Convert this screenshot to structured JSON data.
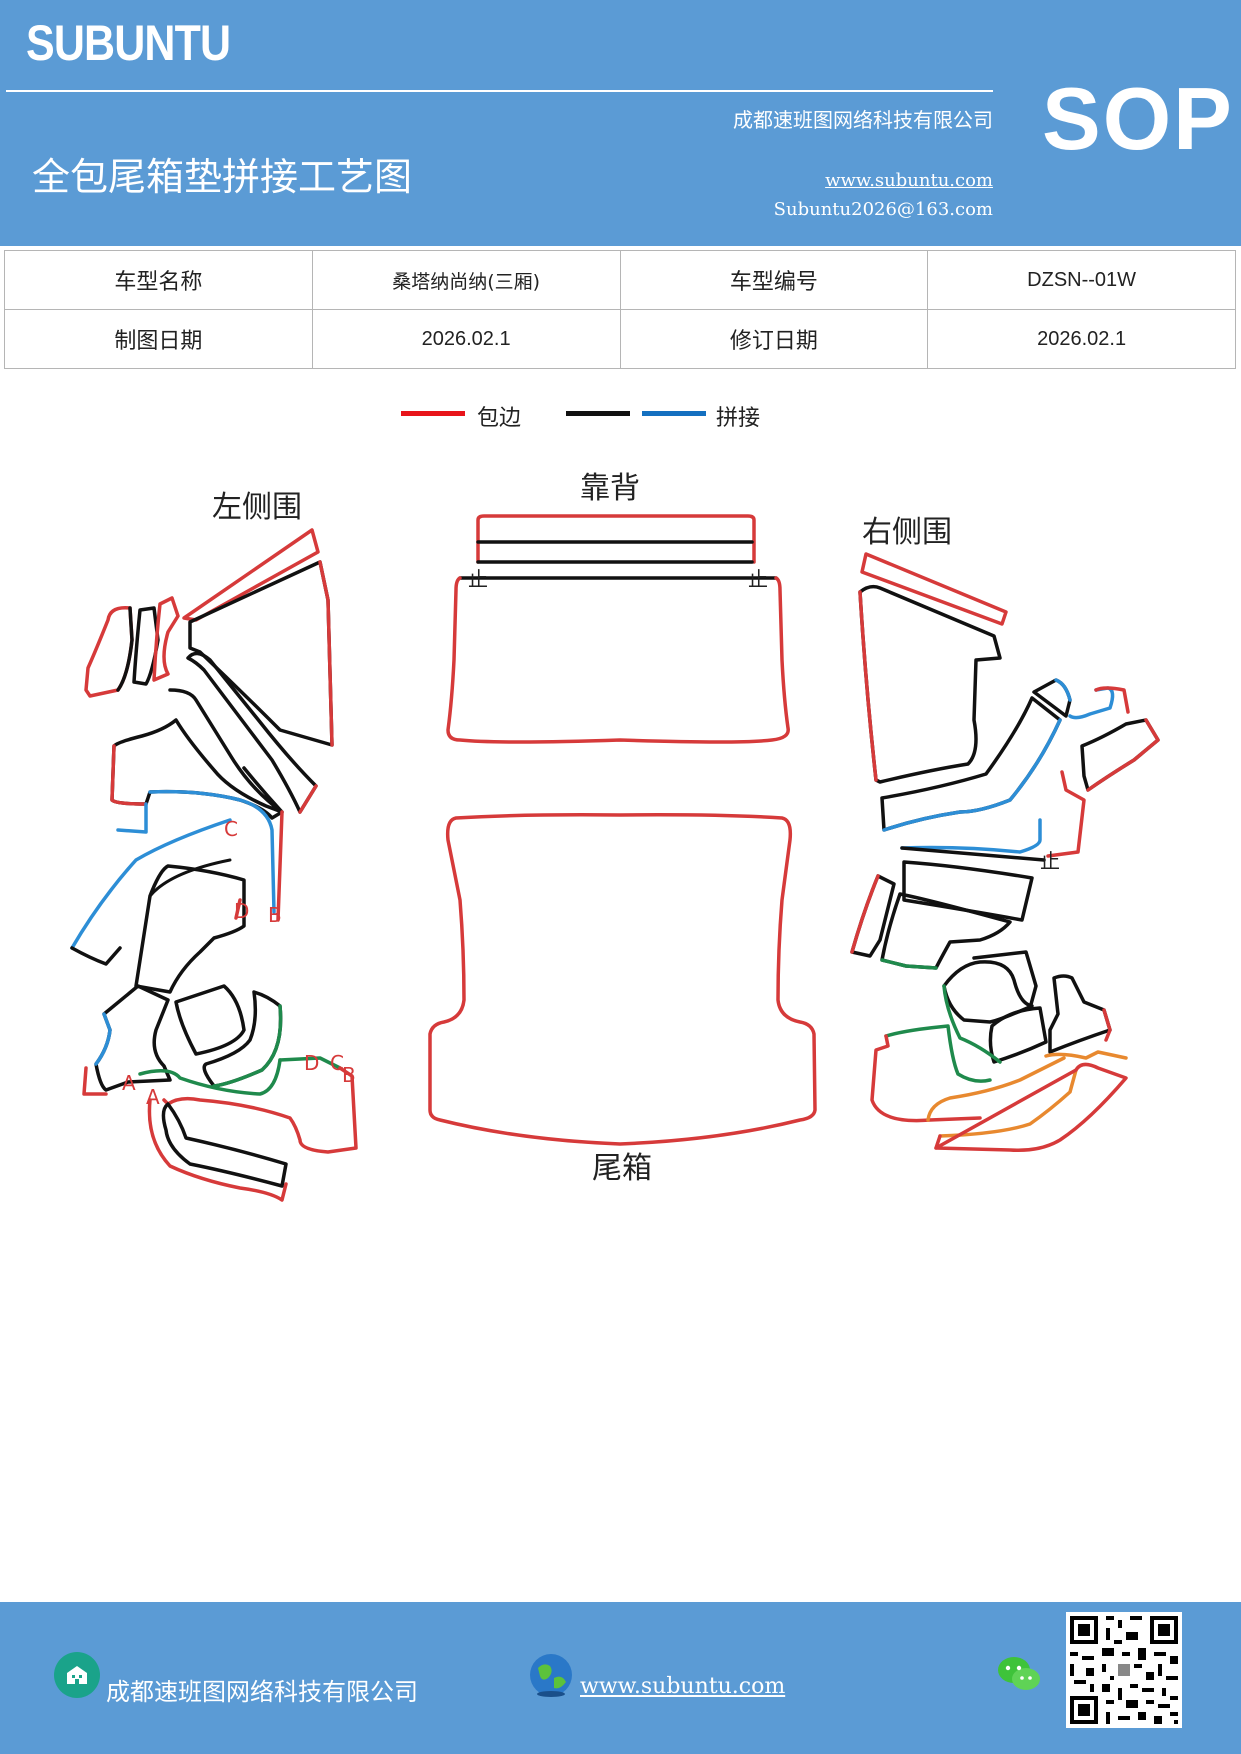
{
  "header": {
    "brand": "SUBUNTU",
    "company": "成都速班图网络科技有限公司",
    "title": "全包尾箱垫拼接工艺图",
    "website": "www.subuntu.com",
    "email": "Subuntu2026@163.com",
    "badge": "SOP",
    "background_color": "#5b9bd5"
  },
  "info_table": {
    "rows": [
      [
        "车型名称",
        "桑塔纳尚纳(三厢)",
        "车型编号",
        "DZSN--01W"
      ],
      [
        "制图日期",
        "2026.02.1",
        "修订日期",
        "2026.02.1"
      ]
    ]
  },
  "legend": {
    "items": [
      {
        "label": "包边",
        "color": "#e8141a"
      },
      {
        "label": "",
        "color": "#111111"
      },
      {
        "label": "拼接",
        "color": "#1470c0"
      }
    ]
  },
  "diagram": {
    "sections": {
      "left": "左侧围",
      "back": "靠背",
      "right": "右侧围",
      "trunk": "尾箱"
    },
    "stop_mark": "止",
    "point_labels": [
      "C",
      "D",
      "B",
      "A",
      "A",
      "D",
      "C",
      "B"
    ],
    "colors": {
      "edge": "#d63a3a",
      "outline": "#111111",
      "splice": "#2d8ed6",
      "green": "#1f8a4c",
      "orange": "#e8892f"
    }
  },
  "footer": {
    "company": "成都速班图网络科技有限公司",
    "website": "www.subuntu.com",
    "icons": [
      "building-icon",
      "globe-icon",
      "wechat-icon",
      "qr-code-icon"
    ]
  }
}
